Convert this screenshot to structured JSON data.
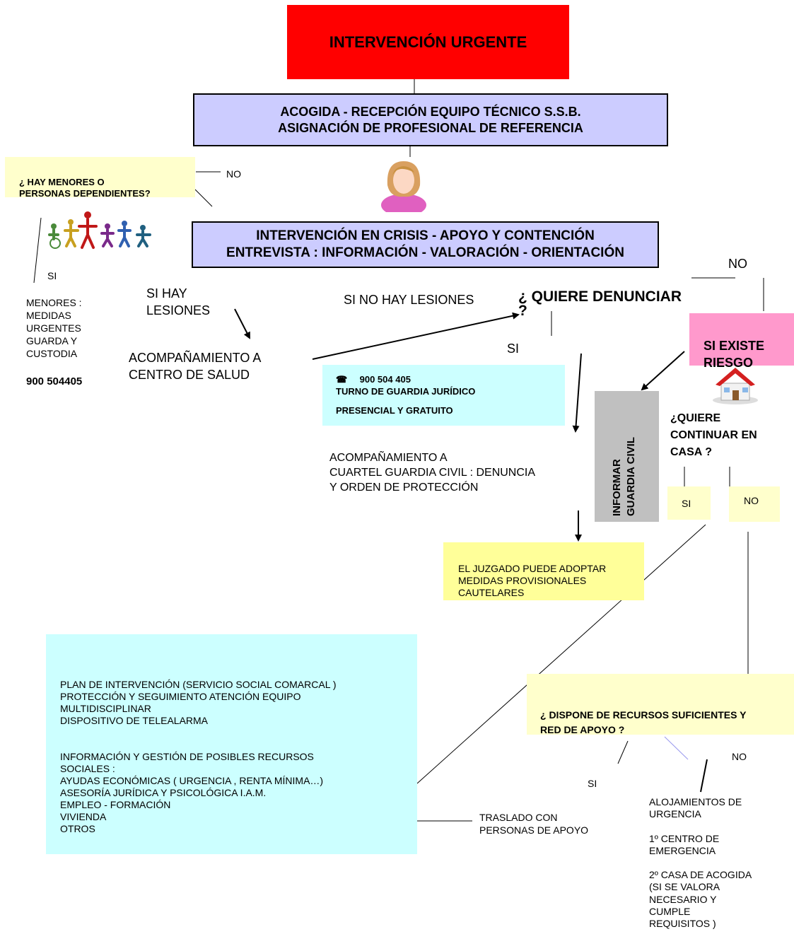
{
  "title": "INTERVENCIÓN URGENTE",
  "acogida": {
    "line1": "ACOGIDA - RECEPCIÓN EQUIPO TÉCNICO S.S.B.",
    "line2": "ASIGNACIÓN DE PROFESIONAL DE REFERENCIA"
  },
  "menores_question": "¿ HAY MENORES O\nPERSONAS DEPENDIENTES?",
  "menores_no": "NO",
  "menores_si": "SI",
  "crisis": {
    "line1": "INTERVENCIÓN EN CRISIS - APOYO Y CONTENCIÓN",
    "line2": "ENTREVISTA : INFORMACIÓN - VALORACIÓN - ORIENTACIÓN"
  },
  "menores_medidas": "MENORES :\nMEDIDAS\nURGENTES\nGUARDA Y\nCUSTODIA",
  "menores_phone": "900 504405",
  "si_hay_lesiones": "SI HAY\nLESIONES",
  "acomp_salud": "ACOMPAÑAMIENTO A\nCENTRO  DE SALUD",
  "si_no_hay_lesiones": "SI NO HAY LESIONES",
  "quiere_denunciar": "¿ QUIERE DENUNCIAR\n?",
  "denuncia_no": "NO",
  "denuncia_si": "SI",
  "riesgo": "SI EXISTE\nRIESGO",
  "guardia_box": {
    "phone": "900 504 405",
    "line1": "TURNO DE GUARDIA JURÍDICO",
    "line2": "PRESENCIAL Y GRATUITO"
  },
  "informar_gc": "INFORMAR\nGUARDIA CIVIL",
  "continuar_casa": "¿QUIERE\nCONTINUAR EN\nCASA ?",
  "casa_si": "SI",
  "casa_no": "NO",
  "acomp_cuartel": "ACOMPAÑAMIENTO A\nCUARTEL  GUARDIA CIVIL : DENUNCIA\n Y ORDEN DE PROTECCIÓN",
  "juzgado": "EL JUZGADO PUEDE ADOPTAR\nMEDIDAS PROVISIONALES\nCAUTELARES",
  "plan": "PLAN DE INTERVENCIÓN (SERVICIO SOCIAL COMARCAL )\nPROTECCIÓN Y SEGUIMIENTO  ATENCIÓN EQUIPO\nMULTIDISCIPLINAR\nDISPOSITIVO DE TELEALARMA\n\n\nINFORMACIÓN Y GESTIÓN DE POSIBLES RECURSOS\nSOCIALES :\n AYUDAS ECONÓMICAS ( URGENCIA , RENTA MÍNIMA…)\nASESORÍA JURÍDICA Y PSICOLÓGICA I.A.M.\nEMPLEO - FORMACIÓN\nVIVIENDA\nOTROS",
  "recursos_question": "¿ DISPONE DE RECURSOS SUFICIENTES Y\nRED DE APOYO ?",
  "recursos_si": "SI",
  "recursos_no": "NO",
  "traslado": "TRASLADO CON\nPERSONAS DE APOYO",
  "alojamientos": "ALOJAMIENTOS DE\nURGENCIA\n\n1º CENTRO DE\nEMERGENCIA\n\n2º CASA DE ACOGIDA\n(SI SE VALORA\nNECESARIO Y\nCUMPLE\nREQUISITOS )",
  "icons": [
    "telephone-icon",
    "woman-avatar-icon",
    "family-group-icon",
    "house-icon"
  ],
  "colors": {
    "red": "#ff0000",
    "lavender": "#ccccff",
    "pale_yellow": "#ffffcc",
    "yellow": "#ffff99",
    "cyan": "#ccffff",
    "pink": "#ff99cc",
    "gray": "#c0c0c0"
  }
}
